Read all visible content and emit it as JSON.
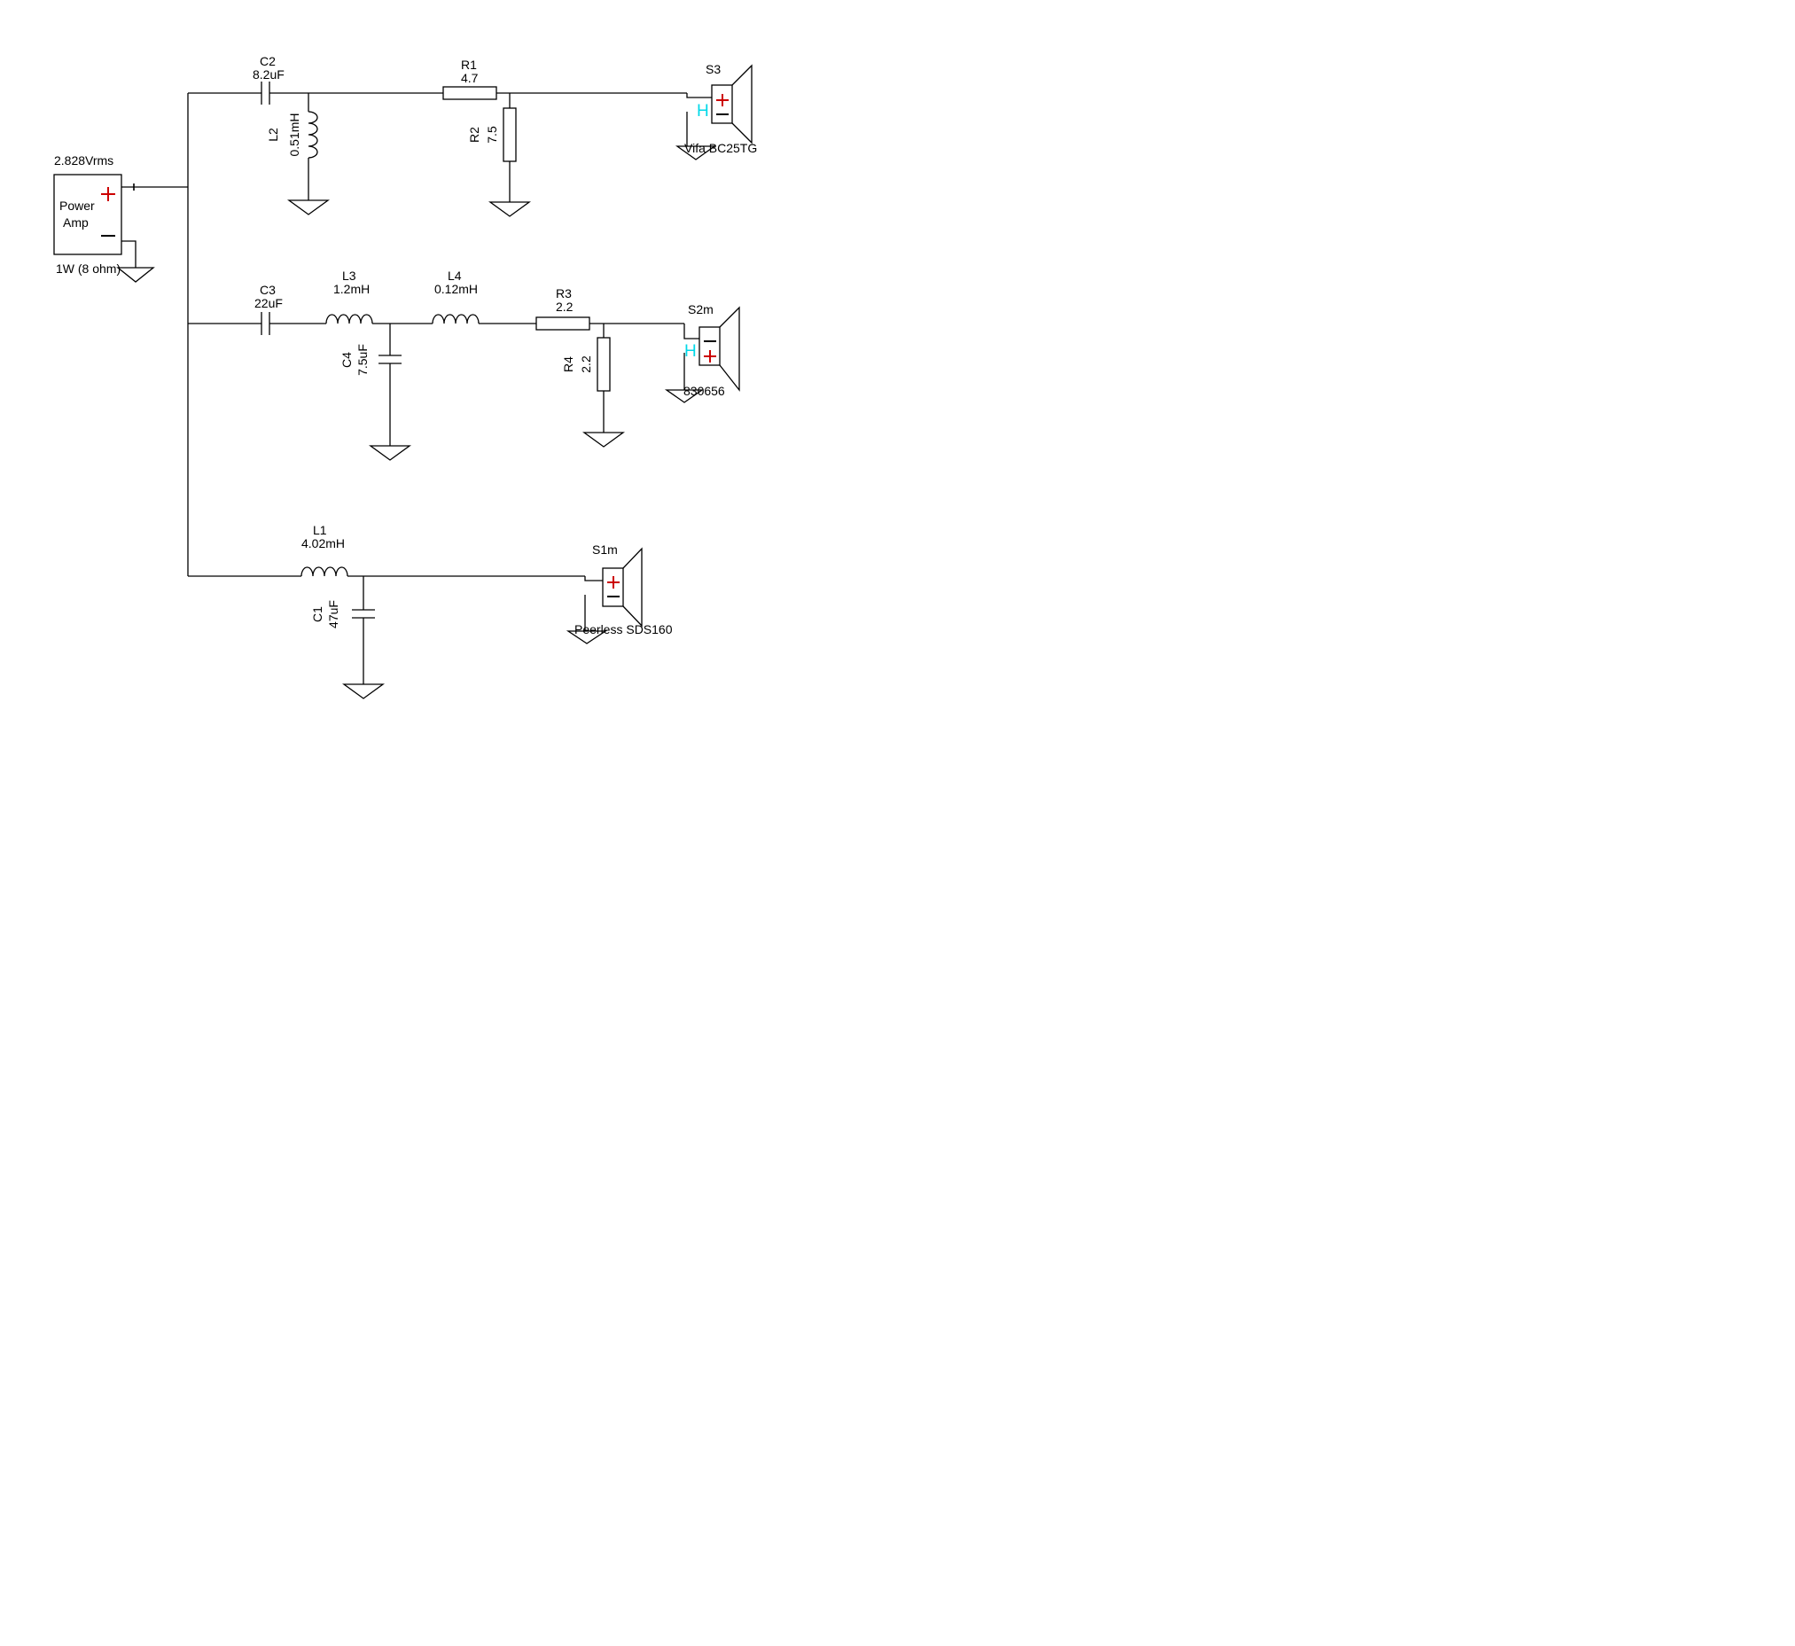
{
  "source": {
    "voltage": "2.828Vrms",
    "line1": "Power",
    "line2": "Amp",
    "rating": "1W (8 ohm)"
  },
  "components": {
    "C2": {
      "ref": "C2",
      "value": "8.2uF"
    },
    "L2": {
      "ref": "L2",
      "value": "0.51mH"
    },
    "R1": {
      "ref": "R1",
      "value": "4.7"
    },
    "R2": {
      "ref": "R2",
      "value": "7.5"
    },
    "C3": {
      "ref": "C3",
      "value": "22uF"
    },
    "L3": {
      "ref": "L3",
      "value": "1.2mH"
    },
    "L4": {
      "ref": "L4",
      "value": "0.12mH"
    },
    "C4": {
      "ref": "C4",
      "value": "7.5uF"
    },
    "R3": {
      "ref": "R3",
      "value": "2.2"
    },
    "R4": {
      "ref": "R4",
      "value": "2.2"
    },
    "L1": {
      "ref": "L1",
      "value": "4.02mH"
    },
    "C1": {
      "ref": "C1",
      "value": "47uF"
    }
  },
  "speakers": {
    "S3": {
      "ref": "S3",
      "model": "Vifa BC25TG",
      "h_mark": "H"
    },
    "S2m": {
      "ref": "S2m",
      "model": "830656",
      "h_mark": "H"
    },
    "S1m": {
      "ref": "S1m",
      "model": "Peerless SDS160"
    }
  },
  "colors": {
    "wire": "#000000",
    "polarity_plus": "#cc0000",
    "h_mark": "#00d8e8"
  }
}
